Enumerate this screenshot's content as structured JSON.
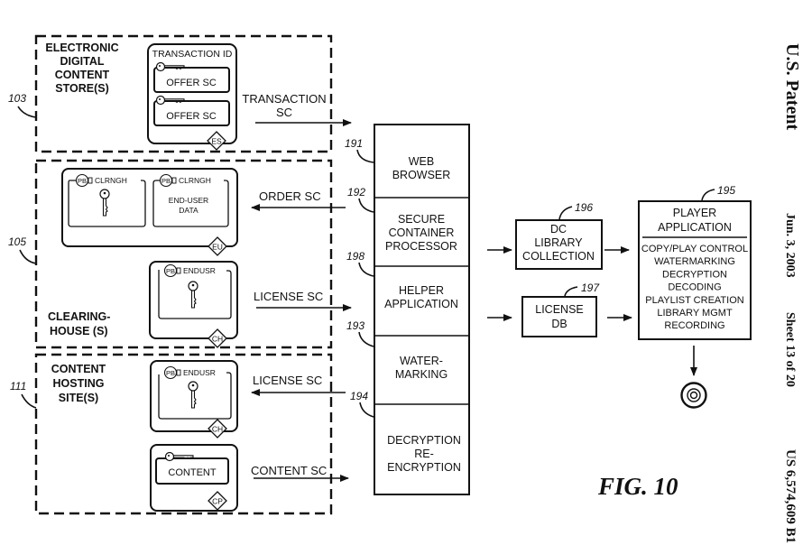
{
  "header": {
    "publisher": "U.S. Patent",
    "date": "Jun. 3, 2003",
    "sheet": "Sheet 13 of 20",
    "patent_number": "US 6,574,609 B1"
  },
  "figure_label": "FIG. 10",
  "groups": {
    "store": {
      "ref": "103",
      "title_lines": [
        "ELECTRONIC",
        "DIGITAL",
        "CONTENT",
        "STORE(S)"
      ],
      "container": {
        "title": "TRANSACTION ID",
        "items": [
          "OFFER SC",
          "OFFER SC"
        ],
        "badge": "ES"
      },
      "arrow_label_lines": [
        "TRANSACTION",
        "SC"
      ]
    },
    "clearinghouse": {
      "ref": "105",
      "title_lines": [
        "CLEARING-",
        "HOUSE (S)"
      ],
      "eu_container": {
        "panels": [
          {
            "pb": "PB",
            "label": "CLRNGH",
            "content": "key"
          },
          {
            "pb": "PB",
            "label": "CLRNGH",
            "content_lines": [
              "END-USER",
              "DATA"
            ]
          }
        ],
        "badge": "EU"
      },
      "ch_container": {
        "panel": {
          "pb": "PB",
          "label": "ENDUSR",
          "content": "key"
        },
        "badge": "CH"
      },
      "order_arrow_label": "ORDER SC",
      "license_arrow_label": "LICENSE SC"
    },
    "hosting": {
      "ref": "111",
      "title_lines": [
        "CONTENT",
        "HOSTING",
        "SITE(S)"
      ],
      "ch_container": {
        "panel": {
          "pb": "PB",
          "label": "ENDUSR",
          "content": "key"
        },
        "badge": "CH"
      },
      "cp_container": {
        "item": "CONTENT",
        "badge": "CP"
      },
      "license_arrow_label": "LICENSE SC",
      "content_arrow_label": "CONTENT SC"
    }
  },
  "stack": [
    {
      "ref": "191",
      "lines": [
        "WEB",
        "BROWSER"
      ]
    },
    {
      "ref": "192",
      "lines": [
        "SECURE",
        "CONTAINER",
        "PROCESSOR"
      ]
    },
    {
      "ref": "198",
      "lines": [
        "HELPER",
        "APPLICATION"
      ]
    },
    {
      "ref": "193",
      "lines": [
        "WATER-",
        "MARKING"
      ]
    },
    {
      "ref": "194",
      "lines": [
        "DECRYPTION",
        "RE-",
        "ENCRYPTION"
      ]
    }
  ],
  "dc_library": {
    "ref": "196",
    "lines": [
      "DC",
      "LIBRARY",
      "COLLECTION"
    ]
  },
  "license_db": {
    "ref": "197",
    "lines": [
      "LICENSE",
      "DB"
    ]
  },
  "player": {
    "ref": "195",
    "title_lines": [
      "PLAYER",
      "APPLICATION"
    ],
    "functions": [
      "COPY/PLAY CONTROL",
      "WATERMARKING",
      "DECRYPTION",
      "DECODING",
      "PLAYLIST CREATION",
      "LIBRARY MGMT",
      "RECORDING"
    ]
  },
  "output_device": "disc-icon"
}
